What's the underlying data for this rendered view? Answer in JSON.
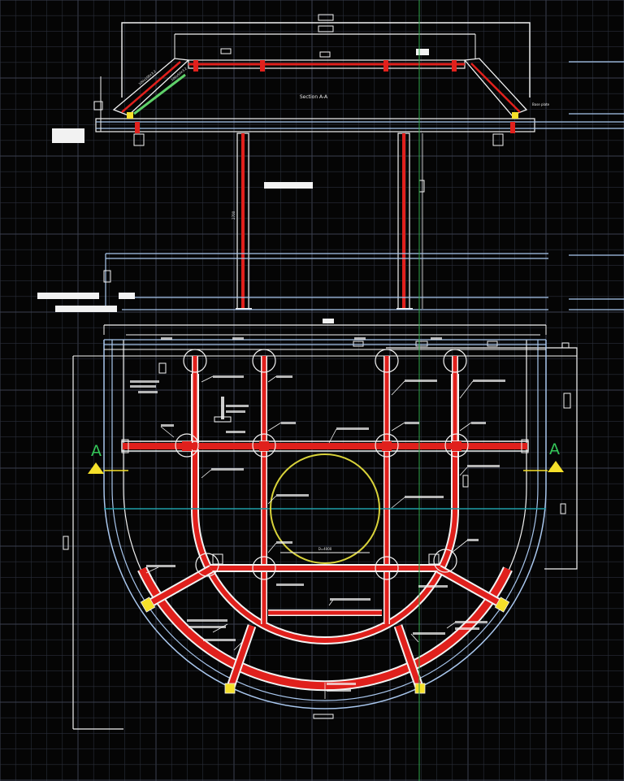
{
  "drawing": {
    "section_title": "Section A-A",
    "base_plate_note": "Base plate",
    "section_marker_left": "A",
    "section_marker_right": "A",
    "center_label": "D=4000"
  },
  "colors": {
    "background": "#050505",
    "grid": "#2a2f3a",
    "grid_major": "#3a4050",
    "steel_beam": "#e0201c",
    "outline": "#f2f2f2",
    "blue_line": "#a9c7ee",
    "cyan_axis": "#1f9fa8",
    "green_axis": "#2ea84a",
    "center_circle": "#d8d23a",
    "marker_fill": "#f5e02a",
    "marker_text": "#34c759"
  }
}
